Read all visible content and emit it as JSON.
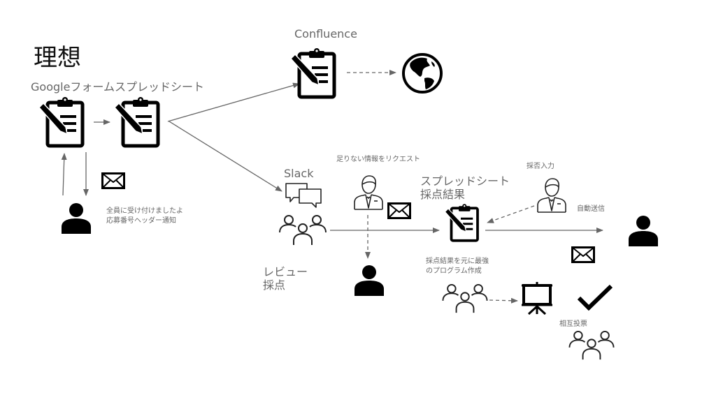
{
  "title": "理想",
  "labels": {
    "google_form_sheet": "Googleフォームスプレッドシート",
    "confluence": "Confluence",
    "slack": "Slack",
    "review_line1": "レビュー",
    "review_line2": "採点",
    "sheet_result_line1": "スプレッドシート",
    "sheet_result_line2": "採点結果",
    "ack_line1": "全員に受け付けましたよ",
    "ack_line2": "応募番号ヘッダー通知",
    "request_missing_info": "足りない情報をリクエスト",
    "decision_input": "採否入力",
    "auto_send": "自動送信",
    "program_line1": "採点結果を元に最強",
    "program_line2": "のプログラム作成",
    "mutual_vote": "相互投票"
  },
  "icons": {
    "form": "clipboard-pencil-icon",
    "sheet": "clipboard-pencil-icon",
    "confluence": "clipboard-pencil-icon",
    "globe": "globe-icon",
    "applicant": "person-icon",
    "mail": "envelope-icon",
    "slack": "chat-bubbles-icon",
    "reviewers": "group-icon",
    "hr": "businessman-icon",
    "presentation": "presentation-board-icon",
    "check": "checkmark-icon"
  },
  "colors": {
    "icon": "#000000",
    "arrow": "#666666",
    "text": "#666666",
    "title": "#111111"
  }
}
